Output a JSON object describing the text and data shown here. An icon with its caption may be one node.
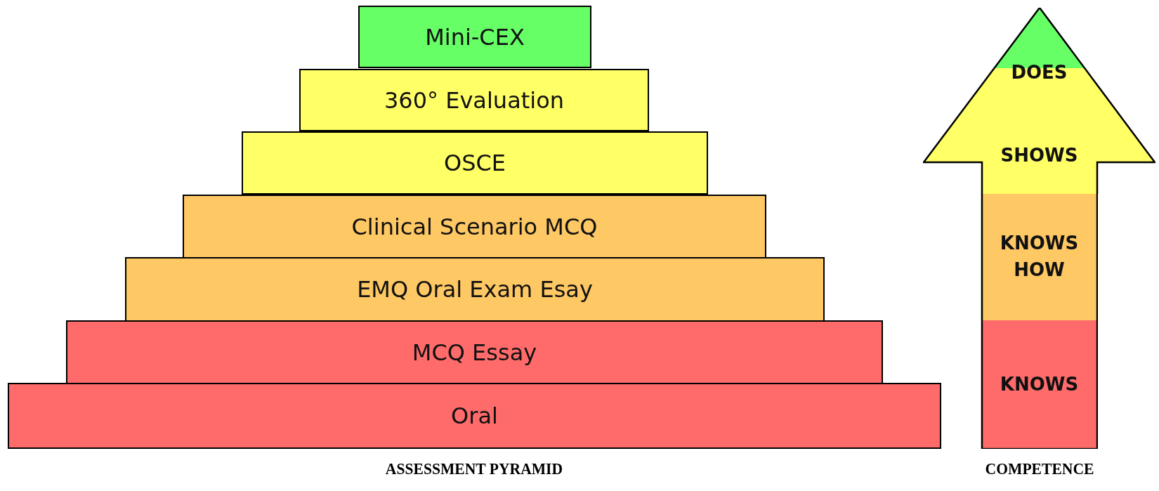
{
  "diagram": {
    "nodes": [
      {
        "text": [
          "Mini-CEX"
        ]
      },
      {
        "text": [
          "360° Evaluation"
        ]
      },
      {
        "text": [
          "OSCE"
        ]
      },
      {
        "text": [
          "Clinical Scenario MCQ"
        ]
      },
      {
        "text": [
          "EMQ Oral Exam Esay"
        ]
      },
      {
        "text": [
          "MCQ Essay"
        ]
      },
      {
        "text": [
          "Oral"
        ]
      },
      {
        "text": [
          "DOES"
        ]
      },
      {
        "text": [
          "SHOWS"
        ]
      },
      {
        "text": [
          "KNOWS HOW"
        ]
      },
      {
        "text": [
          "KNOWS"
        ]
      }
    ],
    "labels": [
      "ASSESSMENT PYRAMID",
      "COMPETENCE"
    ]
  }
}
